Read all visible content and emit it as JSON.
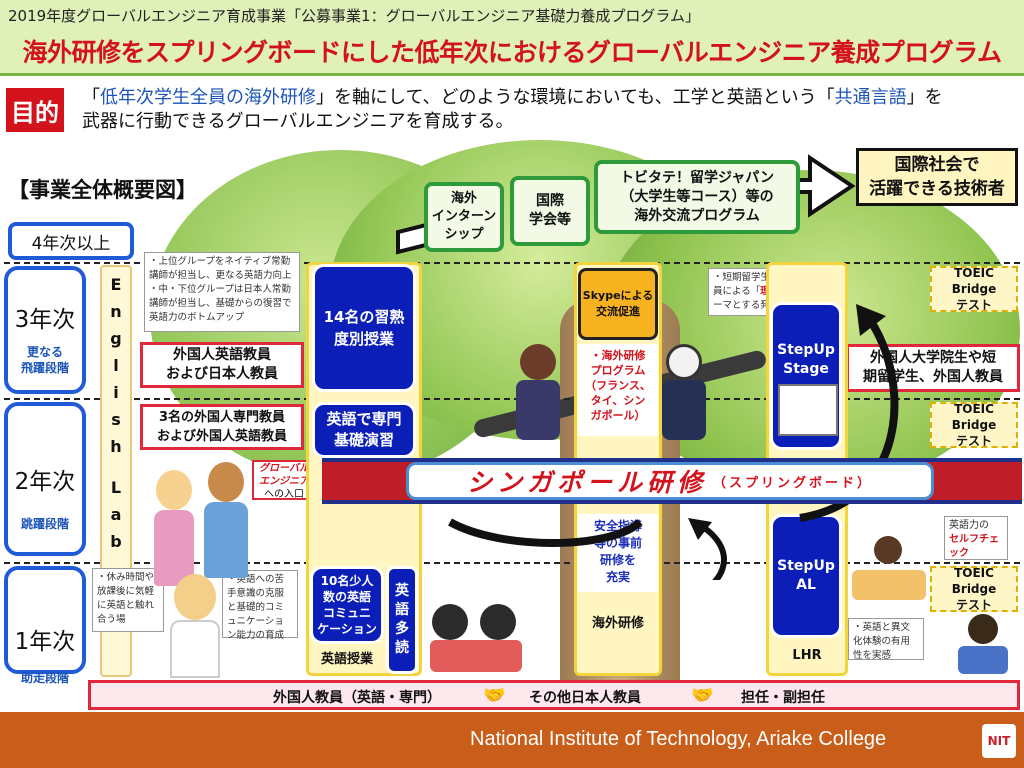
{
  "header": {
    "subtitle": "2019年度グローバルエンジニア育成事業「公募事業1：グローバルエンジニア基礎力養成プログラム」",
    "title": "海外研修をスプリングボードにした低年次におけるグローバルエンジニア養成プログラム"
  },
  "purpose": {
    "tag": "目的",
    "line1_pre": "「",
    "line1_hl": "低年次学生全員の海外研修",
    "line1_mid": "」を軸にして、どのような環境においても、工学と英語という「",
    "line1_hl2": "共通言語",
    "line1_post": "」を",
    "line2": "武器に行動できるグローバルエンジニアを育成する。"
  },
  "overview_label": "【事業全体概要図】",
  "goal": "国際社会で\n活躍できる技術者",
  "year4": "4年次以上",
  "years": [
    {
      "name": "3年次",
      "stage": "更なる\n飛躍段階"
    },
    {
      "name": "2年次",
      "stage": "跳躍段階"
    },
    {
      "name": "1年次",
      "stage": "助走段階"
    }
  ],
  "lab_letters": [
    "E",
    "n",
    "g",
    "l",
    "i",
    "s",
    "h",
    "",
    "L",
    "a",
    "b"
  ],
  "green_boxes": {
    "intern": "海外\nインターン\nシップ",
    "conference": "国際\n学会等",
    "tobitate": "トビタテ！留学ジャパン\n（大学生等コース）等の\n海外交流プログラム"
  },
  "notes": {
    "year3_levels": "・上位グループをネイティブ常勤講師が担当し、更なる英語力向上\n・中・下位グループは日本人常勤講師が担当し、基礎からの復習で英語力のボトムアップ",
    "year1_break": "・休み時間や放課後に気軽に英語と触れ合う場",
    "year1_overcome": "・英語への苦手意識の克服と基礎的コミュニケーション能力の育成",
    "short_term": "・短期留学生や外国人教員による「",
    "short_term_hl": "理工系",
    "short_term_post": "」をテーマとする発表",
    "culture": "・英語と異文化体験の有用性を実感",
    "self_check_pre": "英語力の",
    "self_check_hl": "セルフチェック"
  },
  "red_boxes": {
    "foreign_japanese_teachers": "外国人英語教員\nおよび日本人教員",
    "three_teachers": "3名の外国人専門教員\nおよび外国人英語教員",
    "global_entry": "グローバル\nエンジニア",
    "global_entry_suffix": "への入口",
    "grad_students": "外国人大学院生や短\n期留学生、外国人教員"
  },
  "blue_boxes": {
    "fourteen": "14名の習熟\n度別授業",
    "english_major": "英語で専門\n基礎演習",
    "ten_small": "10名少人\n数の英語\nコミュニ\nケーション",
    "multi_read": "英\n語\n多\n読",
    "stepup_stage": "StepUp\nStage",
    "stepup_al": "StepUp\nAL"
  },
  "labels": {
    "english_class": "英語授業",
    "skype": "Skypeによる\n交流促進",
    "overseas_program": "・海外研修\nプログラム\n（フランス、\nタイ、シン\nガポール）",
    "safety": "安全指導\n等の事前\n研修を\n充実",
    "overseas": "海外研修",
    "lhr": "LHR"
  },
  "toeic": {
    "line1": "TOEIC Bridge",
    "line2": "テスト"
  },
  "singapore": {
    "main": "シンガポール研修",
    "sub": "（スプリングボード）"
  },
  "bottom_bar": [
    "外国人教員（英語・専門）",
    "その他日本人教員",
    "担任・副担任"
  ],
  "footer": "National Institute of Technology, Ariake College",
  "logo": "NIT",
  "colors": {
    "title_red": "#d3121b",
    "header_bg": "#dff0b8",
    "year_blue": "#1f5bd6",
    "box_blue": "#0b1fb8",
    "footer_orange": "#c85e1a",
    "green": "#2e9a3a"
  }
}
